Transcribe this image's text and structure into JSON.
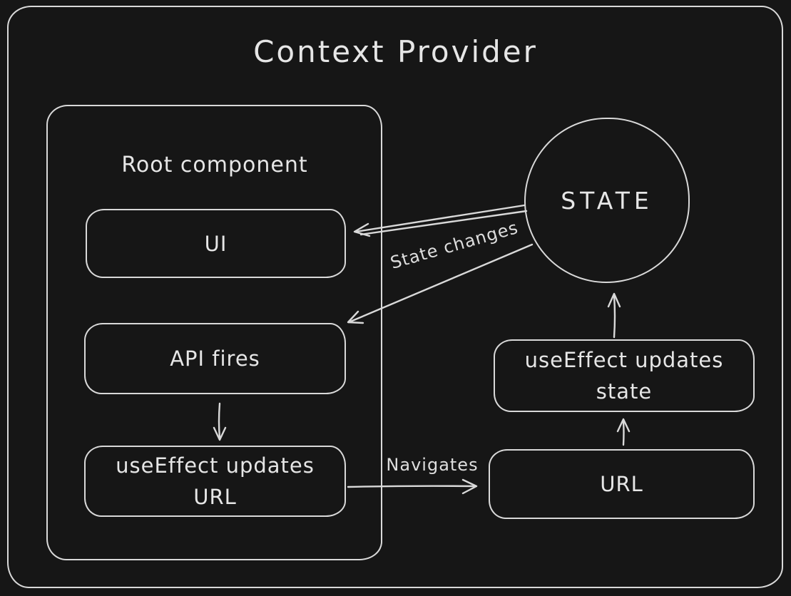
{
  "title": "Context Provider",
  "colors": {
    "background": "#161616",
    "stroke": "#d9d9d9",
    "text": "#e6e6e6"
  },
  "root": {
    "label": "Root component",
    "ui_box": "UI",
    "api_box": "API fires",
    "effect_url_box": {
      "line1": "useEffect updates",
      "line2": "URL"
    }
  },
  "state_circle": {
    "label": "STATE"
  },
  "effect_state_box": {
    "line1": "useEffect updates",
    "line2": "state"
  },
  "url_box": {
    "label": "URL"
  },
  "edges": {
    "state_changes": "State changes",
    "navigates": "Navigates"
  }
}
